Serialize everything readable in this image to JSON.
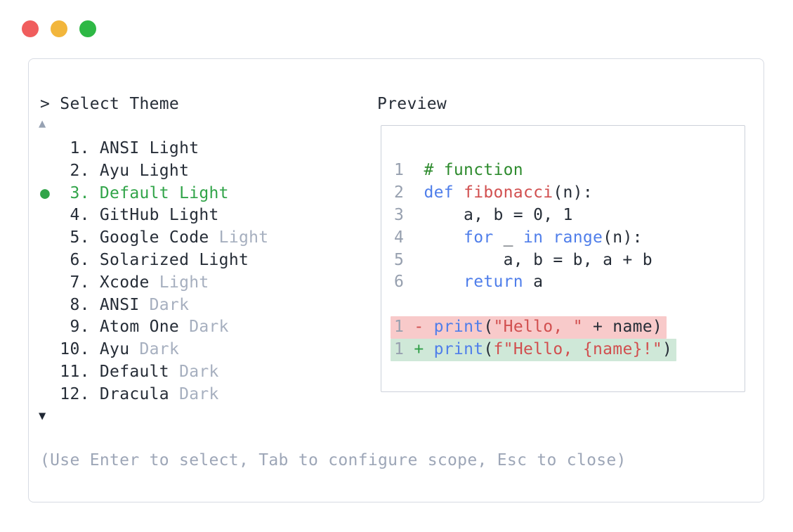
{
  "window": {
    "traffic_lights": [
      {
        "name": "close",
        "color": "#f05d5d"
      },
      {
        "name": "minimize",
        "color": "#f2b63c"
      },
      {
        "name": "maximize",
        "color": "#2eb845"
      }
    ]
  },
  "theme_picker": {
    "prompt": "> Select Theme",
    "scroll_up_icon": "▲",
    "scroll_down_icon": "▼",
    "selected_bullet": "●",
    "items": [
      {
        "number": "1",
        "name": "ANSI Light",
        "dim": "",
        "selected": false
      },
      {
        "number": "2",
        "name": "Ayu Light",
        "dim": "",
        "selected": false
      },
      {
        "number": "3",
        "name": "Default Light",
        "dim": "",
        "selected": true
      },
      {
        "number": "4",
        "name": "GitHub Light",
        "dim": "",
        "selected": false
      },
      {
        "number": "5",
        "name": "Google Code",
        "dim": "Light",
        "selected": false
      },
      {
        "number": "6",
        "name": "Solarized Light",
        "dim": "",
        "selected": false
      },
      {
        "number": "7",
        "name": "Xcode",
        "dim": "Light",
        "selected": false
      },
      {
        "number": "8",
        "name": "ANSI",
        "dim": "Dark",
        "selected": false
      },
      {
        "number": "9",
        "name": "Atom One",
        "dim": "Dark",
        "selected": false
      },
      {
        "number": "10",
        "name": "Ayu",
        "dim": "Dark",
        "selected": false
      },
      {
        "number": "11",
        "name": "Default",
        "dim": "Dark",
        "selected": false
      },
      {
        "number": "12",
        "name": "Dracula",
        "dim": "Dark",
        "selected": false
      }
    ],
    "help_text": "(Use Enter to select, Tab to configure scope, Esc to close)"
  },
  "preview": {
    "label": "Preview",
    "code_lines": [
      {
        "bg": "",
        "tokens": [
          {
            "t": "1",
            "c": "ln"
          },
          {
            "t": "  "
          },
          {
            "t": "# function",
            "c": "comment"
          }
        ]
      },
      {
        "bg": "",
        "tokens": [
          {
            "t": "2",
            "c": "ln"
          },
          {
            "t": "  "
          },
          {
            "t": "def",
            "c": "kw"
          },
          {
            "t": " "
          },
          {
            "t": "fibonacci",
            "c": "fn"
          },
          {
            "t": "(n):"
          }
        ]
      },
      {
        "bg": "",
        "tokens": [
          {
            "t": "3",
            "c": "ln"
          },
          {
            "t": "      a, b = 0, 1"
          }
        ]
      },
      {
        "bg": "",
        "tokens": [
          {
            "t": "4",
            "c": "ln"
          },
          {
            "t": "      "
          },
          {
            "t": "for",
            "c": "kw"
          },
          {
            "t": " _ "
          },
          {
            "t": "in",
            "c": "kw"
          },
          {
            "t": " "
          },
          {
            "t": "range",
            "c": "kw"
          },
          {
            "t": "(n):"
          }
        ]
      },
      {
        "bg": "",
        "tokens": [
          {
            "t": "5",
            "c": "ln"
          },
          {
            "t": "          a, b = b, a + b"
          }
        ]
      },
      {
        "bg": "",
        "tokens": [
          {
            "t": "6",
            "c": "ln"
          },
          {
            "t": "      "
          },
          {
            "t": "return",
            "c": "kw"
          },
          {
            "t": " a"
          }
        ]
      },
      {
        "bg": "",
        "tokens": [
          {
            "t": " "
          }
        ]
      },
      {
        "bg": "removed",
        "tokens": [
          {
            "t": "1",
            "c": "ln"
          },
          {
            "t": " "
          },
          {
            "t": "-",
            "c": "del"
          },
          {
            "t": " "
          },
          {
            "t": "print",
            "c": "kw"
          },
          {
            "t": "("
          },
          {
            "t": "\"Hello, \"",
            "c": "str"
          },
          {
            "t": " + name)"
          }
        ]
      },
      {
        "bg": "added",
        "tokens": [
          {
            "t": "1",
            "c": "ln"
          },
          {
            "t": " "
          },
          {
            "t": "+",
            "c": "ins"
          },
          {
            "t": " "
          },
          {
            "t": "print",
            "c": "kw"
          },
          {
            "t": "("
          },
          {
            "t": "f\"Hello, {name}!\"",
            "c": "str"
          },
          {
            "t": ")"
          }
        ]
      }
    ]
  },
  "colors": {
    "ui_selected_green": "#31a449",
    "syntax_comment": "#2e8b2e",
    "syntax_keyword": "#4f7eea",
    "syntax_function": "#d14f4f",
    "syntax_string": "#d14f4f",
    "diff_removed_bg": "#f8caca",
    "diff_added_bg": "#cfe8d8",
    "dim_text": "#a6afbf",
    "panel_border": "#d7dbe3"
  }
}
